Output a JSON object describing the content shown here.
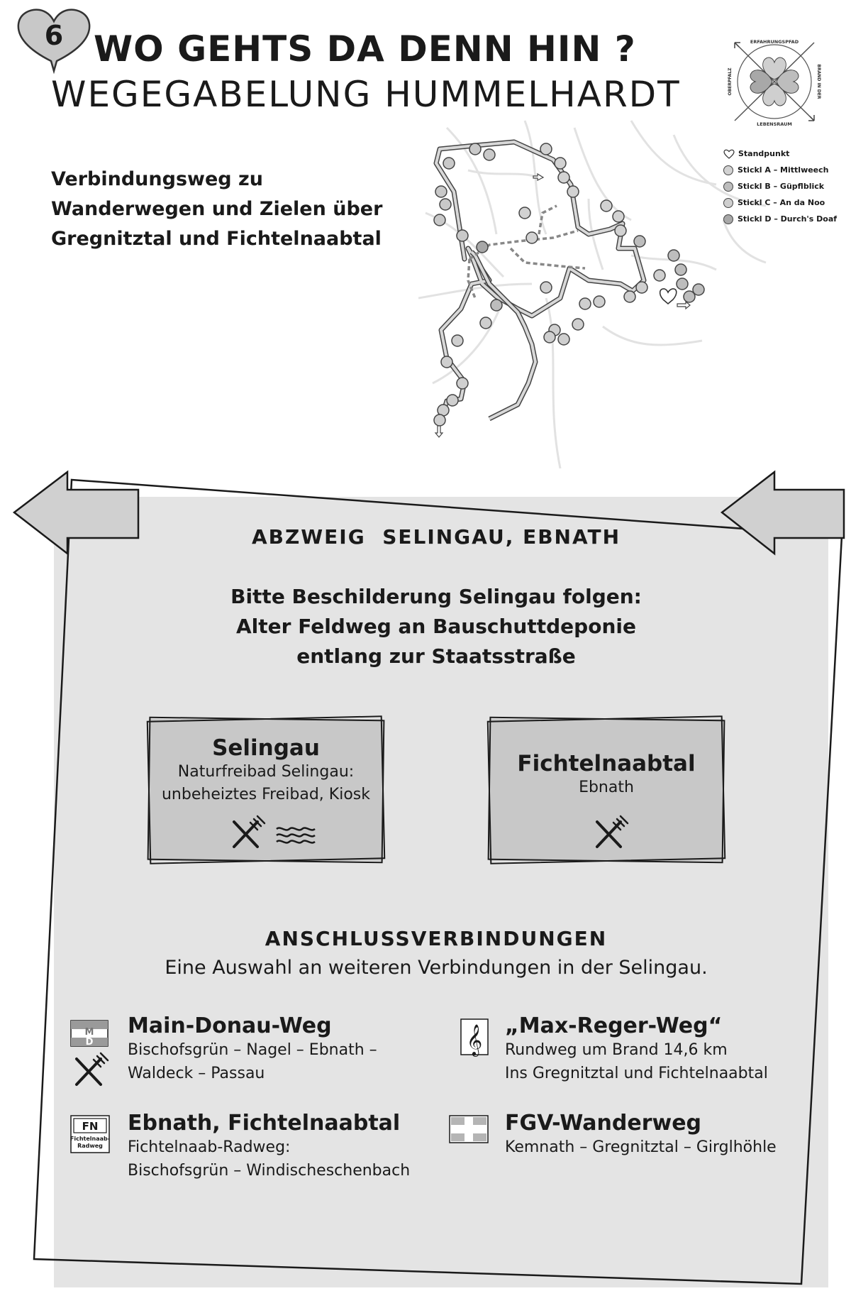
{
  "header": {
    "station_number": "6",
    "title_line1": "WO GEHTS DA DENN HIN ?",
    "title_line2": "WEGEGABELUNG HUMMELHARDT",
    "subtitle": "Verbindungsweg zu Wanderwegen und Zielen über Gregnitztal und Fichtelnaabtal"
  },
  "logo": {
    "top_text": "ERFAHRUNGSPFAD",
    "right_text": "BRAND IN DER",
    "bottom_text": "LEBENSRAUM",
    "left_text": "OBERPFALZ"
  },
  "legend": [
    {
      "label": "Standpunkt",
      "marker": "heart-icon",
      "color": "#ffffff"
    },
    {
      "label": "Stickl A – Mittlweech",
      "marker": "dot",
      "color": "#d2d2d2"
    },
    {
      "label": "Stickl B – Güpflblick",
      "marker": "dot",
      "color": "#bdbdbd"
    },
    {
      "label": "Stickl C – An da Noo",
      "marker": "dot",
      "color": "#cfcfcf"
    },
    {
      "label": "Stickl D – Durch's Doaf",
      "marker": "dot",
      "color": "#a8a8a8"
    }
  ],
  "panel": {
    "heading": "ABZWEIG  SELINGAU, EBNATH",
    "instructions": [
      "Bitte Beschilderung Selingau folgen:",
      "Alter Feldweg an Bauschuttdeponie",
      "entlang zur Staatsstraße"
    ]
  },
  "signs": [
    {
      "title": "Selingau",
      "lines": [
        "Naturfreibad Selingau:",
        "unbeheiztes Freibad, Kiosk"
      ],
      "icons": [
        "fork-knife-icon",
        "water-waves-icon"
      ]
    },
    {
      "title": "Fichtelnaabtal",
      "lines": [
        "Ebnath"
      ],
      "icons": [
        "fork-knife-icon"
      ]
    }
  ],
  "connections": {
    "heading": "ANSCHLUSSVERBINDUNGEN",
    "subheading": "Eine Auswahl an weiteren Verbindungen in der Selingau.",
    "items": [
      {
        "name": "Main-Donau-Weg",
        "desc": [
          "Bischofsgrün – Nagel – Ebnath –",
          "Waldeck – Passau"
        ],
        "icon": "main-donau-weg-marker-icon",
        "badge_top": "M",
        "badge_bottom": "D"
      },
      {
        "name": "„Max-Reger-Weg“",
        "desc": [
          "Rundweg um Brand 14,6 km",
          "Ins Gregnitztal und Fichtelnaabtal"
        ],
        "icon": "treble-clef-icon"
      },
      {
        "name": "Ebnath, Fichtelnaabtal",
        "desc": [
          "Fichtelnaab-Radweg:",
          "Bischofsgrün – Windischeschenbach"
        ],
        "icon": "fichtelnaab-radweg-sign-icon",
        "badge_top": "FN",
        "badge_lines": [
          "Fichtelnaab-",
          "Radweg"
        ]
      },
      {
        "name": "FGV-Wanderweg",
        "desc": [
          "Kemnath – Gregnitztal – Girglhöhle"
        ],
        "icon": "fgv-cross-marker-icon"
      }
    ]
  }
}
